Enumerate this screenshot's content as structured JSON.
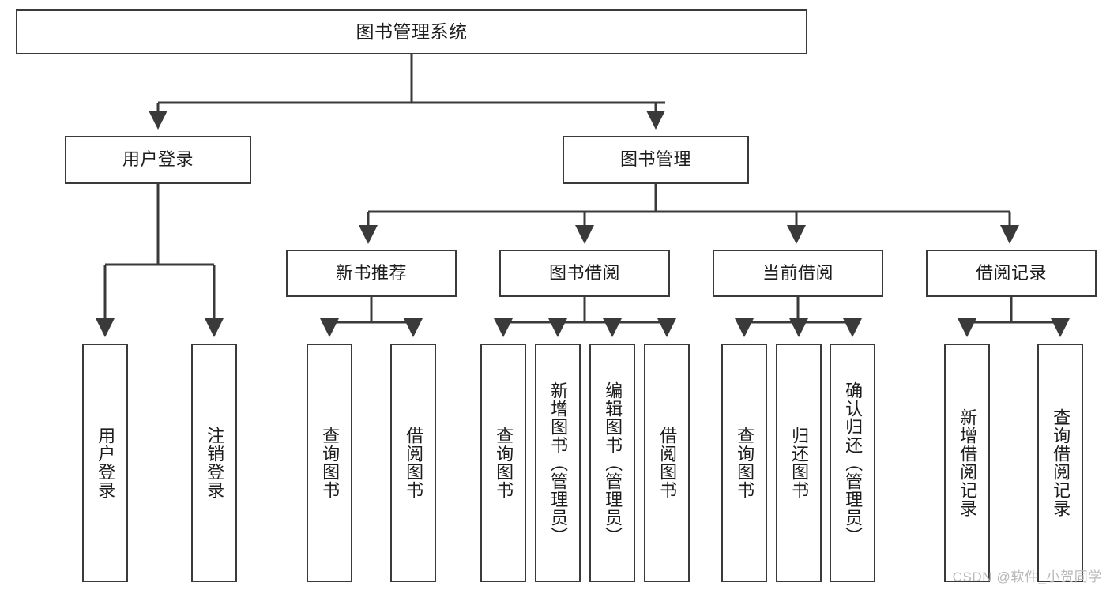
{
  "diagram": {
    "type": "tree-hierarchy",
    "title": "图书管理系统",
    "watermark": "CSDN @软件_小贺同学",
    "colors": {
      "background": "#ffffff",
      "border": "#3a3a3a",
      "text": "#1d1d1d",
      "edge": "#3a3a3a",
      "watermark": "#b9b9b9"
    },
    "root": {
      "id": "root",
      "label": "图书管理系统"
    },
    "level2": [
      {
        "id": "user-login",
        "label": "用户登录"
      },
      {
        "id": "book-manage",
        "label": "图书管理"
      }
    ],
    "level3": [
      {
        "id": "new-book-recommend",
        "label": "新书推荐",
        "parent": "book-manage"
      },
      {
        "id": "book-borrow",
        "label": "图书借阅",
        "parent": "book-manage"
      },
      {
        "id": "current-borrow",
        "label": "当前借阅",
        "parent": "book-manage"
      },
      {
        "id": "borrow-record",
        "label": "借阅记录",
        "parent": "book-manage"
      }
    ],
    "leaves": [
      {
        "id": "leaf-user-login",
        "label": "用户登录",
        "parent": "user-login"
      },
      {
        "id": "leaf-logout",
        "label": "注销登录",
        "parent": "user-login"
      },
      {
        "id": "leaf-query-book-1",
        "label": "查询图书",
        "parent": "new-book-recommend"
      },
      {
        "id": "leaf-borrow-book-1",
        "label": "借阅图书",
        "parent": "new-book-recommend"
      },
      {
        "id": "leaf-query-book-2",
        "label": "查询图书",
        "parent": "book-borrow"
      },
      {
        "id": "leaf-add-book",
        "label": "新增图书（管理员）",
        "parent": "book-borrow"
      },
      {
        "id": "leaf-edit-book",
        "label": "编辑图书（管理员）",
        "parent": "book-borrow"
      },
      {
        "id": "leaf-borrow-book-2",
        "label": "借阅图书",
        "parent": "book-borrow"
      },
      {
        "id": "leaf-query-book-3",
        "label": "查询图书",
        "parent": "current-borrow"
      },
      {
        "id": "leaf-return-book",
        "label": "归还图书",
        "parent": "current-borrow"
      },
      {
        "id": "leaf-confirm-return",
        "label": "确认归还（管理员）",
        "parent": "current-borrow"
      },
      {
        "id": "leaf-add-record",
        "label": "新增借阅记录",
        "parent": "borrow-record"
      },
      {
        "id": "leaf-query-record",
        "label": "查询借阅记录",
        "parent": "borrow-record"
      }
    ]
  }
}
